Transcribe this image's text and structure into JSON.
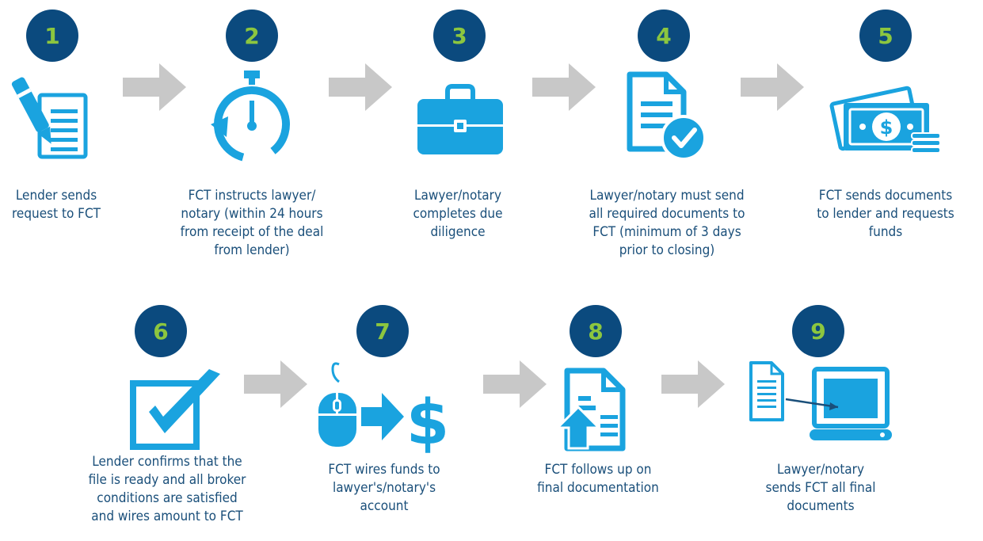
{
  "steps": [
    {
      "number": "1",
      "icon": "signing-pen-document-icon",
      "label": "Lender sends\nrequest to FCT"
    },
    {
      "number": "2",
      "icon": "stopwatch-icon",
      "label": "FCT instructs lawyer/\nnotary (within 24 hours\nfrom receipt of the deal\nfrom lender)"
    },
    {
      "number": "3",
      "icon": "briefcase-icon",
      "label": "Lawyer/notary\ncompletes due\ndiligence"
    },
    {
      "number": "4",
      "icon": "document-check-icon",
      "label": "Lawyer/notary must send\nall required documents to\nFCT (minimum of 3 days\nprior to closing)"
    },
    {
      "number": "5",
      "icon": "money-bills-coins-icon",
      "label": "FCT sends documents\nto lender and requests\nfunds"
    },
    {
      "number": "6",
      "icon": "checkbox-checked-icon",
      "label": "Lender confirms that the\nfile is ready and all broker\nconditions are satisfied\nand wires amount to FCT"
    },
    {
      "number": "7",
      "icon": "mouse-arrow-dollar-icon",
      "label": "FCT wires funds to\nlawyer's/notary's\naccount"
    },
    {
      "number": "8",
      "icon": "document-upload-icon",
      "label": "FCT follows up on\nfinal documentation"
    },
    {
      "number": "9",
      "icon": "document-to-computer-icon",
      "label": "Lawyer/notary\nsends FCT all final\ndocuments"
    }
  ],
  "colors": {
    "badge": "#0b4a7e",
    "number": "#8cc63f",
    "icon": "#1aa3df",
    "arrow": "#c8c8c8",
    "text": "#1a4f7a"
  }
}
